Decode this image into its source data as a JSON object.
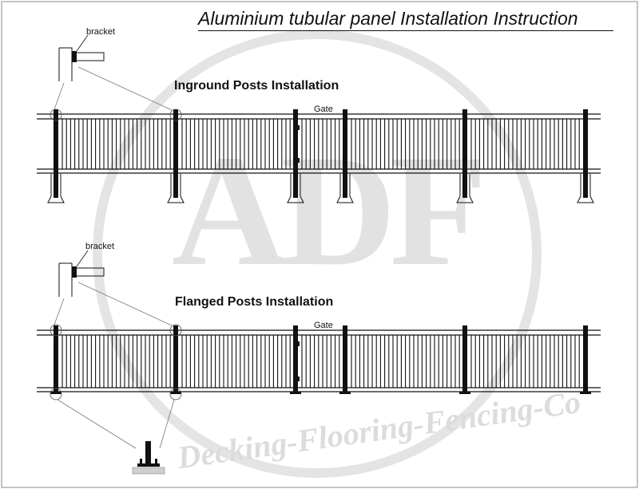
{
  "title": "Aluminium tubular panel Installation Instruction",
  "sections": {
    "inground": {
      "heading": "Inground Posts Installation",
      "gate_label": "Gate",
      "bracket_label": "bracket"
    },
    "flanged": {
      "heading": "Flanged Posts Installation",
      "gate_label": "Gate",
      "bracket_label": "bracket"
    }
  },
  "watermark": {
    "logo": "ADF",
    "slogan": "Decking-Flooring-Fencing-Co"
  },
  "colors": {
    "ink": "#111111",
    "watermark": "#dcdcdc",
    "border": "#888888"
  }
}
